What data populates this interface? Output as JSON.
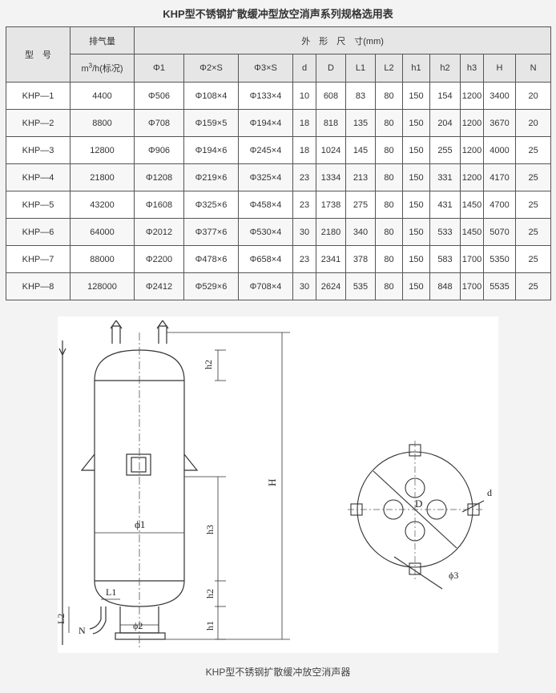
{
  "title": "KHP型不锈钢扩散缓冲型放空消声系列规格选用表",
  "table": {
    "header_model": "型　号",
    "header_flow_top": "排气量",
    "header_flow_bottom_pre": "m",
    "header_flow_sup": "3",
    "header_flow_bottom_post": "/h(标况)",
    "header_dims": "外　形　尺　寸(mm)",
    "columns": [
      "Φ1",
      "Φ2×S",
      "Φ3×S",
      "d",
      "D",
      "L1",
      "L2",
      "h1",
      "h2",
      "h3",
      "H",
      "N"
    ],
    "rows": [
      [
        "KHP—1",
        "4400",
        "Φ506",
        "Φ108×4",
        "Φ133×4",
        "10",
        "608",
        "83",
        "80",
        "150",
        "154",
        "1200",
        "3400",
        "20"
      ],
      [
        "KHP—2",
        "8800",
        "Φ708",
        "Φ159×5",
        "Φ194×4",
        "18",
        "818",
        "135",
        "80",
        "150",
        "204",
        "1200",
        "3670",
        "20"
      ],
      [
        "KHP—3",
        "12800",
        "Φ906",
        "Φ194×6",
        "Φ245×4",
        "18",
        "1024",
        "145",
        "80",
        "150",
        "255",
        "1200",
        "4000",
        "25"
      ],
      [
        "KHP—4",
        "21800",
        "Φ1208",
        "Φ219×6",
        "Φ325×4",
        "23",
        "1334",
        "213",
        "80",
        "150",
        "331",
        "1200",
        "4170",
        "25"
      ],
      [
        "KHP—5",
        "43200",
        "Φ1608",
        "Φ325×6",
        "Φ458×4",
        "23",
        "1738",
        "275",
        "80",
        "150",
        "431",
        "1450",
        "4700",
        "25"
      ],
      [
        "KHP—6",
        "64000",
        "Φ2012",
        "Φ377×6",
        "Φ530×4",
        "30",
        "2180",
        "340",
        "80",
        "150",
        "533",
        "1450",
        "5070",
        "25"
      ],
      [
        "KHP—7",
        "88000",
        "Φ2200",
        "Φ478×6",
        "Φ658×4",
        "23",
        "2341",
        "378",
        "80",
        "150",
        "583",
        "1700",
        "5350",
        "25"
      ],
      [
        "KHP—8",
        "128000",
        "Φ2412",
        "Φ529×6",
        "Φ708×4",
        "30",
        "2624",
        "535",
        "80",
        "150",
        "848",
        "1700",
        "5535",
        "25"
      ]
    ]
  },
  "drawing_labels": {
    "h2_top": "h2",
    "phi1": "ϕ1",
    "h3": "h3",
    "H": "H",
    "L1": "L1",
    "h2_bottom": "h2",
    "L2": "L2",
    "N": "N",
    "phi2": "ϕ2",
    "h1": "h1",
    "D": "D",
    "d": "d",
    "phi3": "ϕ3"
  },
  "caption": "KHP型不锈钢扩散缓冲放空消声器"
}
